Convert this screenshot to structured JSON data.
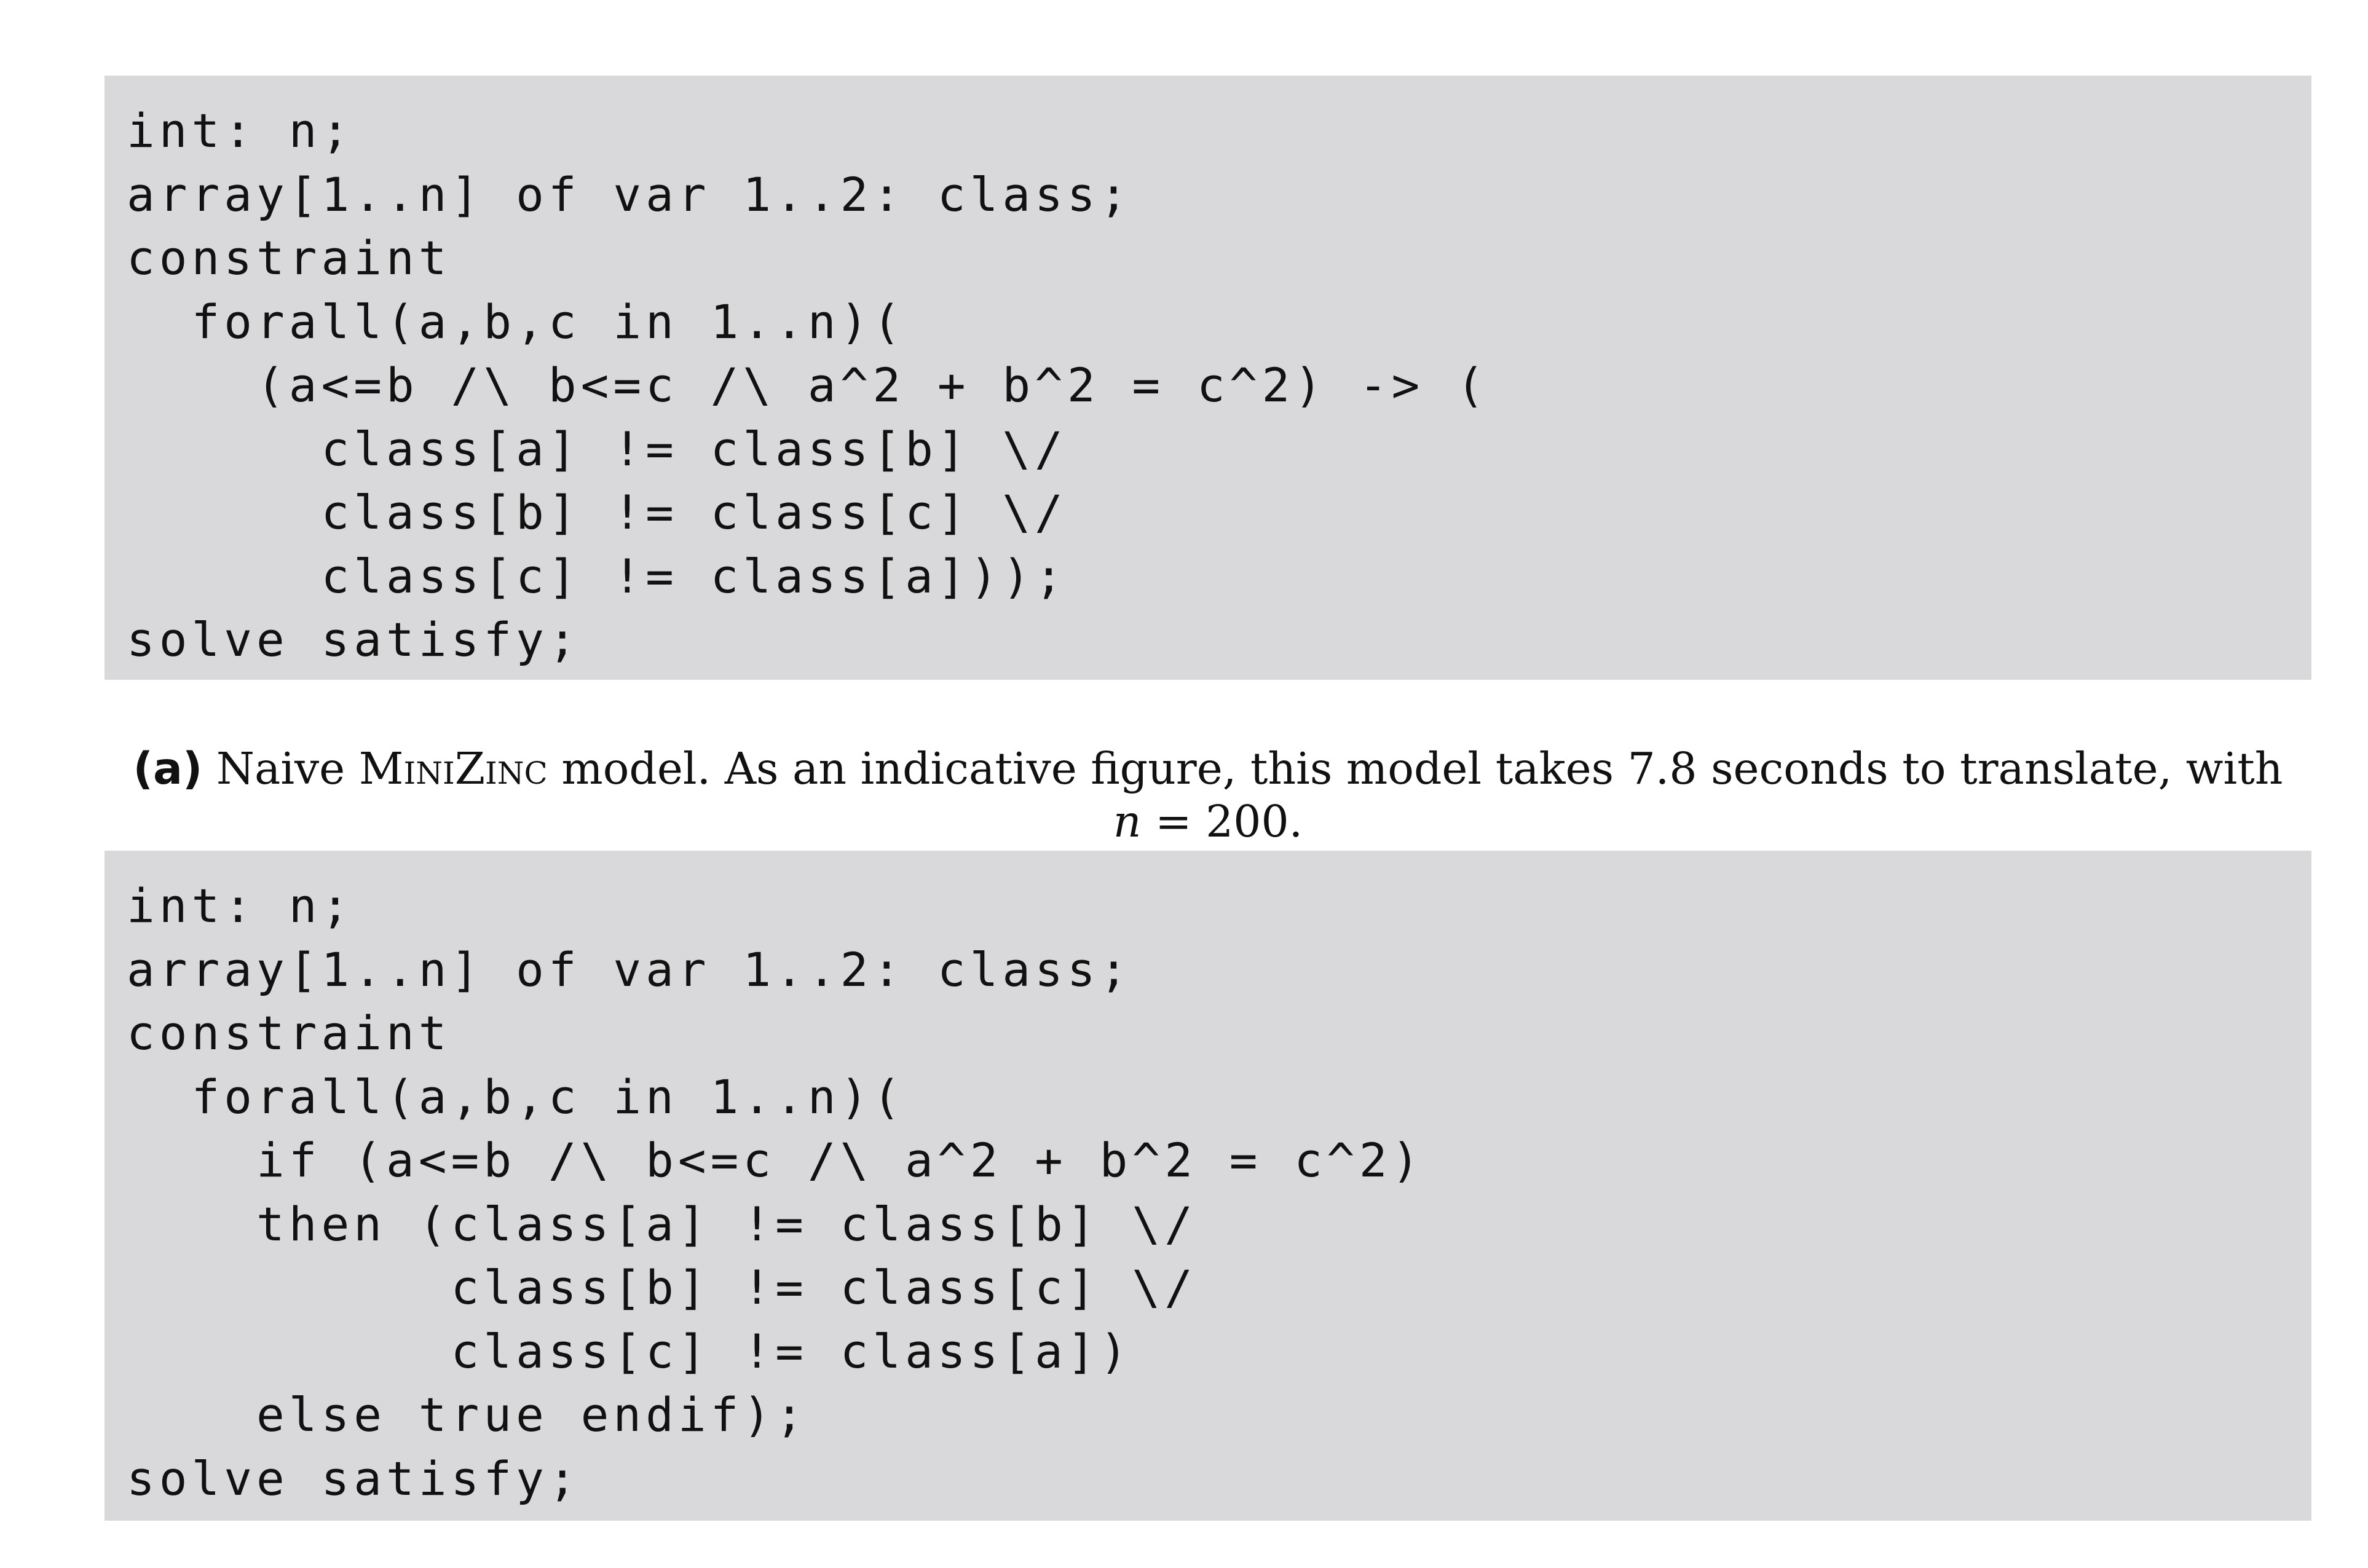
{
  "listing_a": {
    "lines": [
      "int: n;",
      "array[1..n] of var 1..2: class;",
      "constraint",
      "  forall(a,b,c in 1..n)(",
      "    (a<=b /\\ b<=c /\\ a^2 + b^2 = c^2) -> (",
      "      class[a] != class[b] \\/",
      "      class[b] != class[c] \\/",
      "      class[c] != class[a]));",
      "solve satisfy;"
    ]
  },
  "caption_a": {
    "label": "(a)",
    "text_before": "Naive ",
    "system_name": "MiniZinc",
    "text_after": " model. As an indicative figure, this model takes 7.8 seconds to translate, with",
    "math_var": "n",
    "math_rest": " = 200."
  },
  "listing_b": {
    "lines": [
      "int: n;",
      "array[1..n] of var 1..2: class;",
      "constraint",
      "  forall(a,b,c in 1..n)(",
      "    if (a<=b /\\ b<=c /\\ a^2 + b^2 = c^2)",
      "    then (class[a] != class[b] \\/",
      "          class[b] != class[c] \\/",
      "          class[c] != class[a])",
      "    else true endif);",
      "solve satisfy;"
    ]
  }
}
